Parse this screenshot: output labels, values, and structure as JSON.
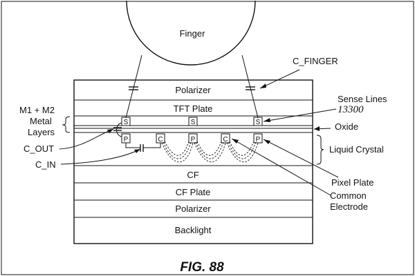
{
  "finger_label": "Finger",
  "c_finger_label": "C_FINGER",
  "stack_layers": [
    "Polarizer",
    "TFT Plate",
    "CF",
    "CF Plate",
    "Polarizer",
    "Backlight"
  ],
  "sense_cell_label": "S",
  "pixel_cell_label": "P",
  "common_cell_label": "C",
  "labels": {
    "sense_lines": "Sense Lines",
    "sense_lines_ref": "13300",
    "metal_layers_line1": "M1 + M2",
    "metal_layers_line2": "Metal",
    "metal_layers_line3": "Layers",
    "oxide": "Oxide",
    "c_out": "C_OUT",
    "c_in": "C_IN",
    "liquid_crystal": "Liquid Crystal",
    "pixel_plate": "Pixel Plate",
    "common_electrode_line1": "Common",
    "common_electrode_line2": "Electrode"
  },
  "figure_caption": "FIG. 88"
}
